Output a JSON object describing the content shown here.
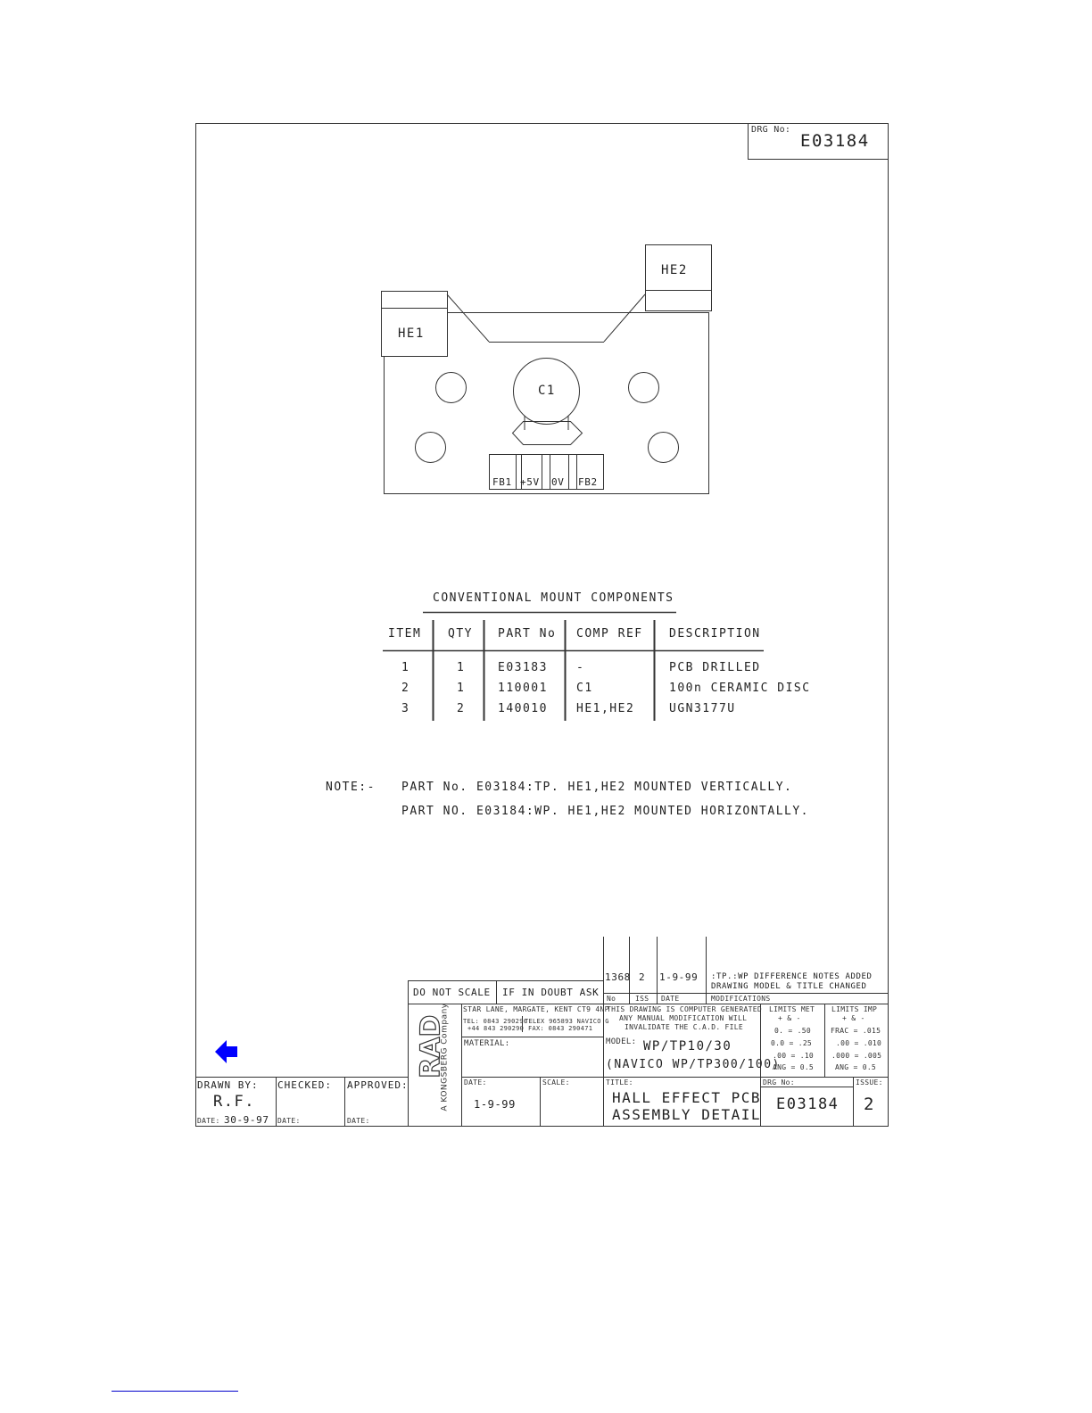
{
  "drg_no_label": "DRG No:",
  "drg_no": "E03184",
  "pcb": {
    "he1": "HE1",
    "he2": "HE2",
    "c1": "C1",
    "connectors": [
      "FB1",
      "+5V",
      "0V",
      "FB2"
    ]
  },
  "bom": {
    "title": "CONVENTIONAL MOUNT COMPONENTS",
    "headers": [
      "ITEM",
      "QTY",
      "PART No",
      "COMP REF",
      "DESCRIPTION"
    ],
    "rows": [
      [
        "1",
        "1",
        "E03183",
        "-",
        "PCB DRILLED"
      ],
      [
        "2",
        "1",
        "110001",
        "C1",
        "100n CERAMIC DISC"
      ],
      [
        "3",
        "2",
        "140010",
        "HE1,HE2",
        "UGN3177U"
      ]
    ]
  },
  "notes": {
    "label": "NOTE:-",
    "line1": "PART No. E03184:TP. HE1,HE2 MOUNTED VERTICALLY.",
    "line2": "PART NO. E03184:WP. HE1,HE2 MOUNTED HORIZONTALLY."
  },
  "modifications": {
    "row": {
      "no": "1368",
      "iss": "2",
      "date": "1-9-99",
      "text1": ":TP.:WP DIFFERENCE NOTES ADDED",
      "text2": "DRAWING MODEL & TITLE CHANGED"
    },
    "headers": {
      "no": "No",
      "iss": "ISS",
      "date": "DATE",
      "mods": "MODIFICATIONS"
    }
  },
  "title_block": {
    "do_not_scale": "DO NOT SCALE",
    "if_in_doubt": "IF IN DOUBT ASK",
    "address": "STAR LANE, MARGATE, KENT CT9 4NP",
    "tel": "TEL: 0843 290290",
    "tel2": "+44 843 290290",
    "telex": "TELEX 965893 NAVICO G",
    "fax": "FAX: 0843 290471",
    "computer_note1": "THIS DRAWING IS COMPUTER GENERATED",
    "computer_note2": "ANY MANUAL MODIFICATION WILL",
    "computer_note3": "INVALIDATE THE C.A.D. FILE",
    "limits_met": {
      "title": "LIMITS MET",
      "sub": "+ & -",
      "l1": "0. = .50",
      "l2": "0.0 = .25",
      "l3": ".00 = .10",
      "l4": "ANG = 0.5"
    },
    "limits_imp": {
      "title": "LIMITS IMP",
      "sub": "+ & -",
      "l1": "FRAC = .015",
      "l2": ".00 = .010",
      "l3": ".000 = .005",
      "l4": "ANG = 0.5"
    },
    "material_label": "MATERIAL:",
    "model_label": "MODEL:",
    "model": "WP/TP10/30",
    "model2": "(NAVICO WP/TP300/100)",
    "brand": "SIMRAD",
    "brand_sub": "A KONGSBERG Company",
    "drawn_by_label": "DRAWN BY:",
    "drawn_by": "R.F.",
    "drawn_date_label": "DATE:",
    "drawn_date": "30-9-97",
    "checked_label": "CHECKED:",
    "checked_date_label": "DATE:",
    "approved_label": "APPROVED:",
    "approved_date_label": "DATE:",
    "date_label": "DATE:",
    "date": "1-9-99",
    "scale_label": "SCALE:",
    "title_label": "TITLE:",
    "title1": "HALL EFFECT PCB",
    "title2": "ASSEMBLY DETAIL",
    "drg_label": "DRG No:",
    "drg": "E03184",
    "issue_label": "ISSUE:",
    "issue": "2"
  },
  "colors": {
    "arrow": "#0000ff",
    "line": "#333333",
    "link": "#0000cc"
  }
}
